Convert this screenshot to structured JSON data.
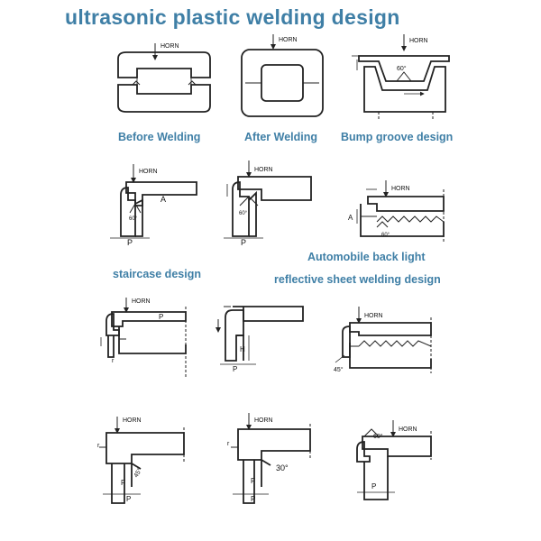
{
  "title": "ultrasonic plastic welding design",
  "captions": {
    "before": "Before Welding",
    "after": "After Welding",
    "bump": "Bump groove design",
    "automobile": "Automobile back light",
    "staircase": "staircase design",
    "reflective": "reflective sheet welding design"
  },
  "labels": {
    "horn": "HORN",
    "a": "A",
    "p": "P",
    "h": "H",
    "f": "F",
    "r": "r",
    "deg60": "60°",
    "deg45": "45°",
    "deg30": "30°"
  }
}
